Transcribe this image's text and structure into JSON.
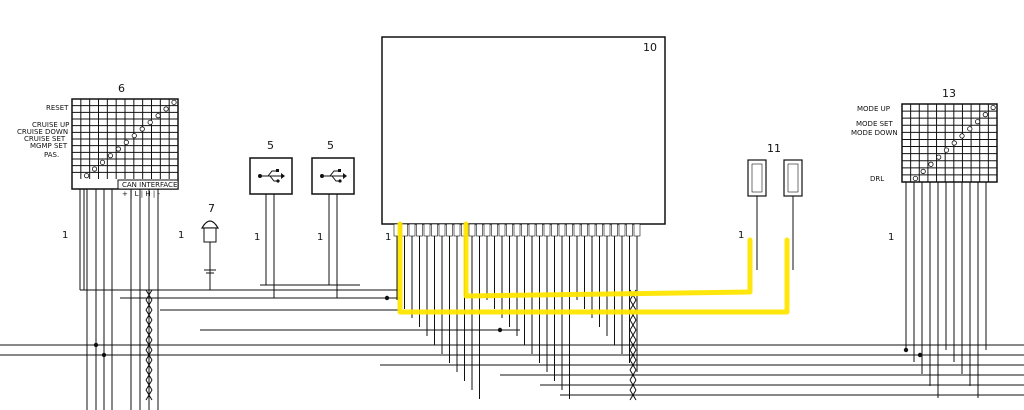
{
  "components": {
    "c6": {
      "number": "6",
      "labels": [
        "RESET",
        "CRUISE UP",
        "CRUISE DOWN",
        "CRUISE SET",
        "MGMP SET",
        "PAS."
      ],
      "bus_label": "CAN INTERFACE",
      "bus_pins": "+ | L | H | -"
    },
    "c5a": {
      "number": "5"
    },
    "c5b": {
      "number": "5"
    },
    "c7": {
      "number": "7"
    },
    "c10": {
      "number": "10"
    },
    "c11": {
      "number": "11"
    },
    "c13": {
      "number": "13",
      "labels": [
        "MODE UP",
        "MODE SET",
        "MODE DOWN",
        "DRL"
      ]
    }
  },
  "connector_marks": {
    "c6_left": "1",
    "c6_right": "1",
    "c5a": "1",
    "c5b": "1",
    "c10": "1",
    "c11": "1",
    "c13": "1"
  },
  "colors": {
    "highlight": "#ffe600",
    "wire": "#111111",
    "background": "#ffffff"
  }
}
